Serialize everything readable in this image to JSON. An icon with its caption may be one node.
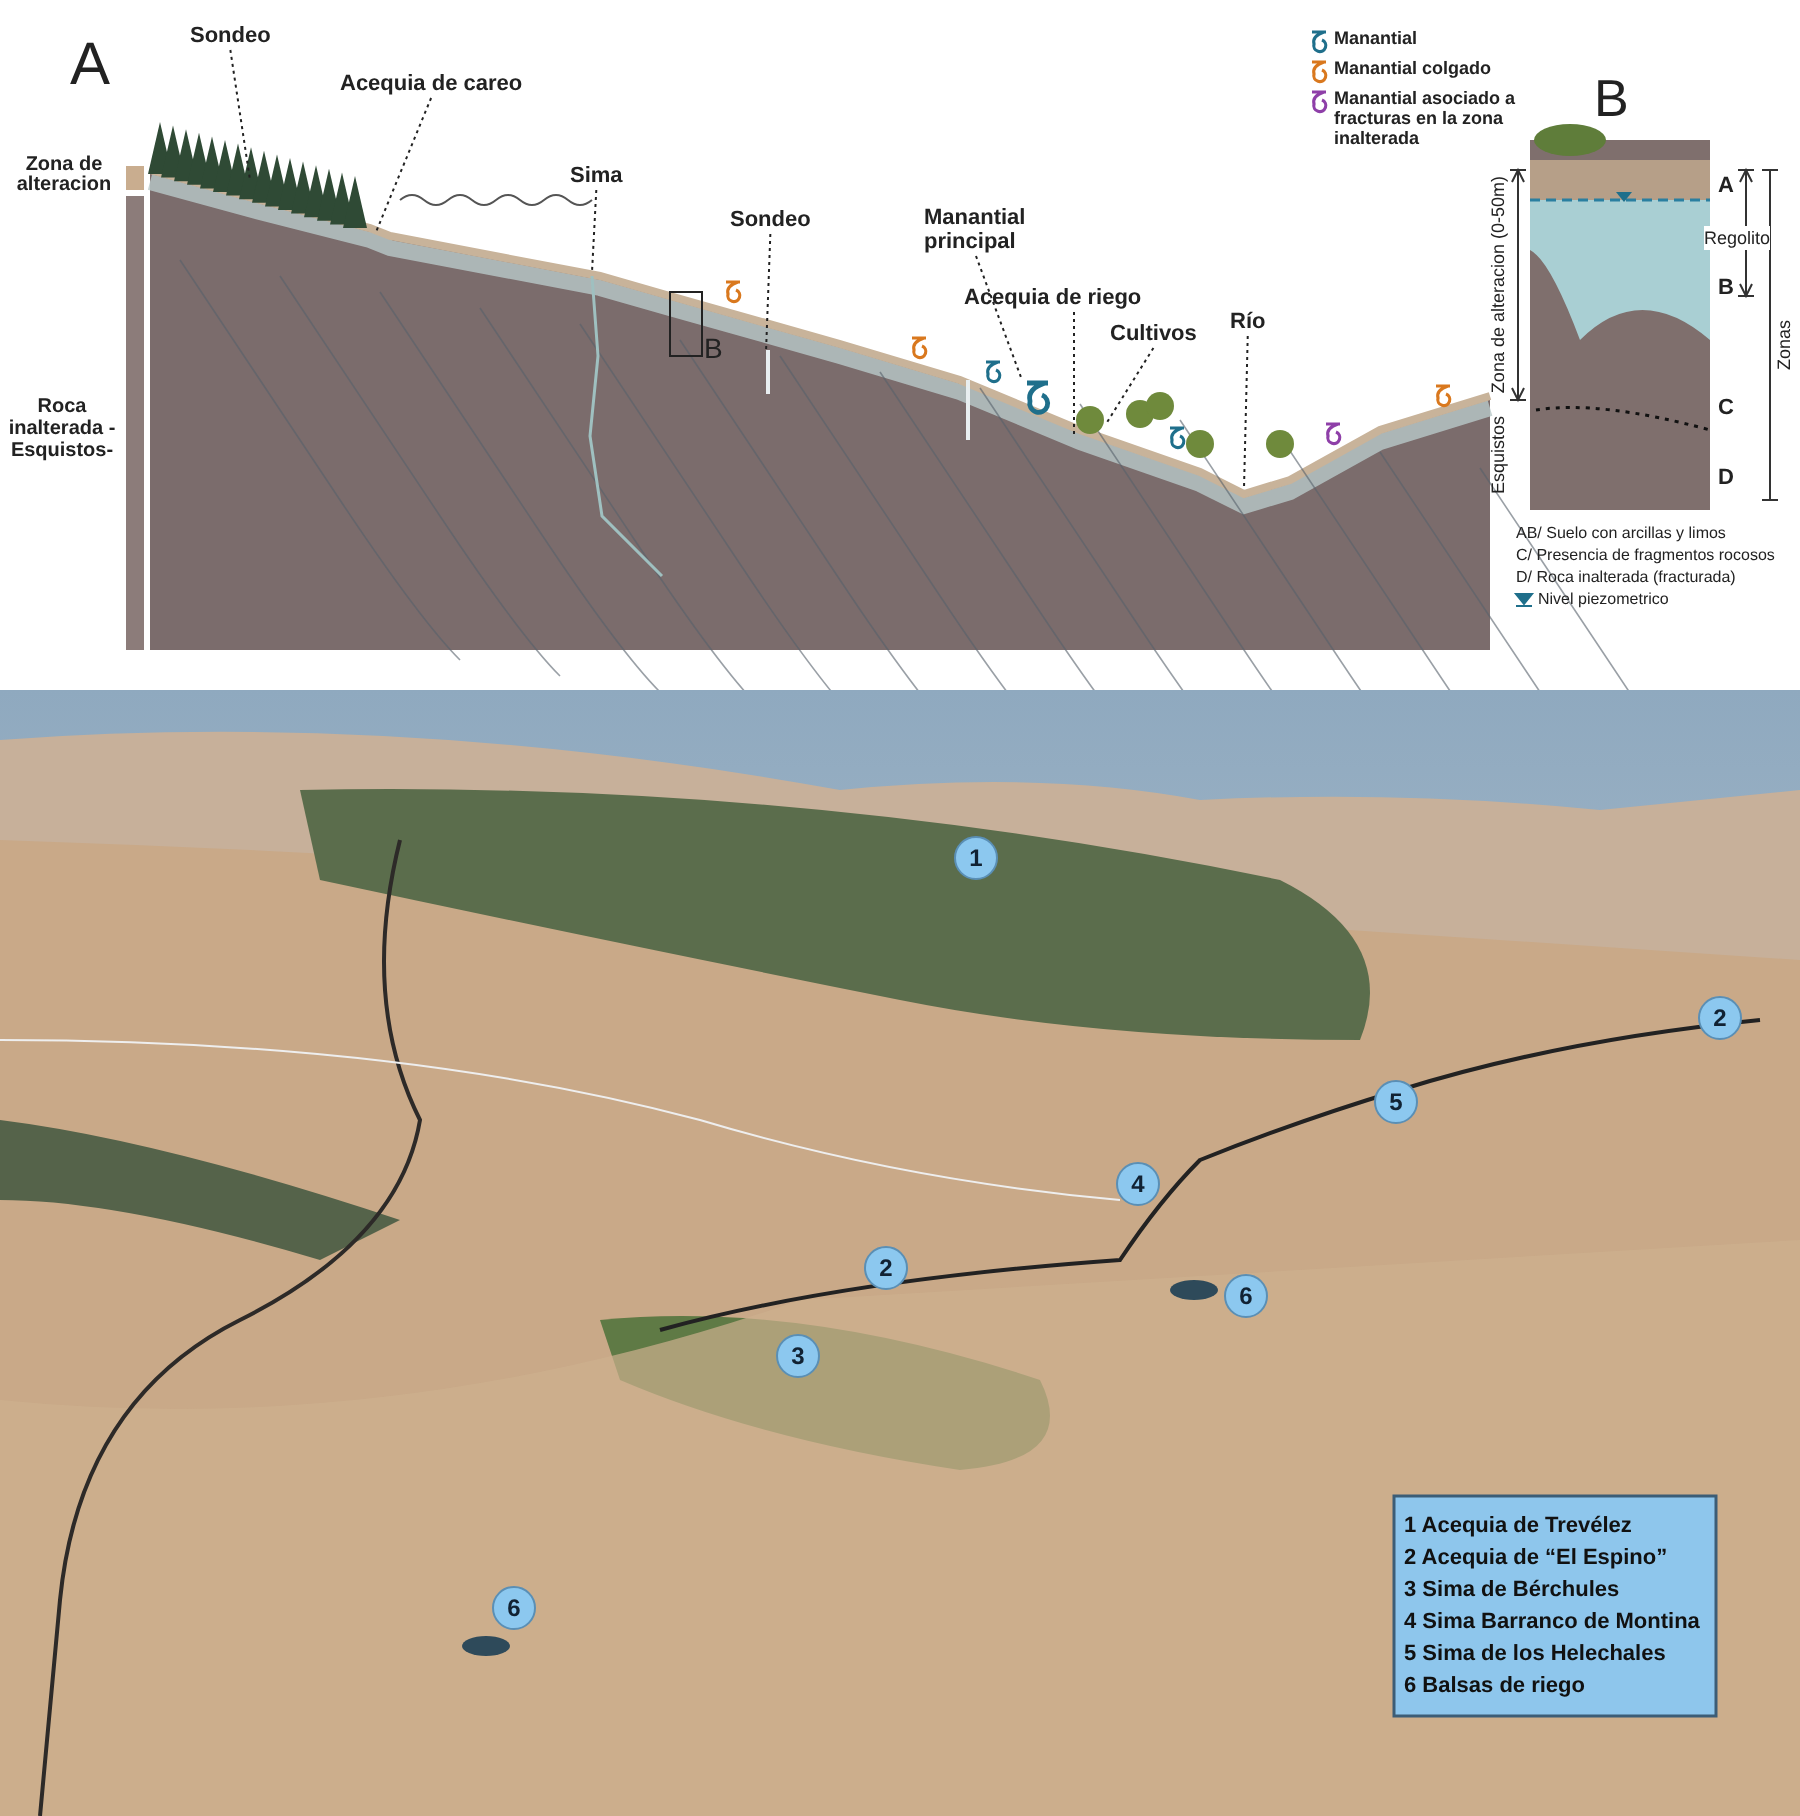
{
  "diagram": {
    "nodes": [
      {
        "text": [
          "Sondeo"
        ]
      },
      {
        "text": [
          "Acequia de careo"
        ]
      },
      {
        "text": [
          "Sima"
        ]
      },
      {
        "text": [
          "Sondeo"
        ]
      },
      {
        "text": [
          "Manantial principal"
        ]
      },
      {
        "text": [
          "Acequia de riego"
        ]
      },
      {
        "text": [
          "Cultivos"
        ]
      },
      {
        "text": [
          "Río"
        ]
      },
      {
        "text": [],
        "shape": "picture"
      }
    ],
    "edges": [
      {
        "from": 0,
        "to": null,
        "arrow": "none",
        "style": "dashed"
      },
      {
        "from": 1,
        "to": null,
        "arrow": "none",
        "style": "dashed"
      },
      {
        "from": 2,
        "to": null,
        "arrow": "none",
        "style": "dashed"
      },
      {
        "from": 3,
        "to": null,
        "arrow": "none",
        "style": "dashed"
      },
      {
        "from": 4,
        "to": 8,
        "arrow": "none",
        "style": "dashed"
      },
      {
        "from": 5,
        "to": null,
        "arrow": "none",
        "style": "dashed"
      },
      {
        "from": 6,
        "to": null,
        "arrow": "none",
        "style": "dashed"
      },
      {
        "from": 7,
        "to": null,
        "arrow": "none",
        "style": "dashed"
      }
    ],
    "labels": [
      "A",
      "B",
      "Zona de alteracion",
      "Roca inalterada -Esquistos-",
      "B",
      "A",
      "Regolito",
      "B",
      "C",
      "D",
      "Zona de alteracion (0-50m)",
      "Esquistos",
      "Zonas",
      "AB/ Suelo con arcillas y limos",
      "C/ Presencia de fragmentos rocosos",
      "D/ Roca inalterada (fracturada)",
      "1",
      "2",
      "5",
      "4",
      "2",
      "6",
      "3",
      "6",
      "1 Acequia de Trevélez",
      "2 Acequia de “El Espino”",
      "3 Sima de Bérchules",
      "4 Sima Barranco de Montina",
      "5 Sima de los Helechales",
      "6 Balsas de riego"
    ],
    "legend": [
      {
        "text": "Manantial",
        "color": "#1f6f8b"
      },
      {
        "text": "Manantial colgado",
        "color": "#d9781e"
      },
      {
        "text": "Manantial asociado a fracturas en la zona inalterada",
        "color": "#8e3fa8"
      },
      {
        "text": "Nivel piezometrico"
      }
    ]
  }
}
